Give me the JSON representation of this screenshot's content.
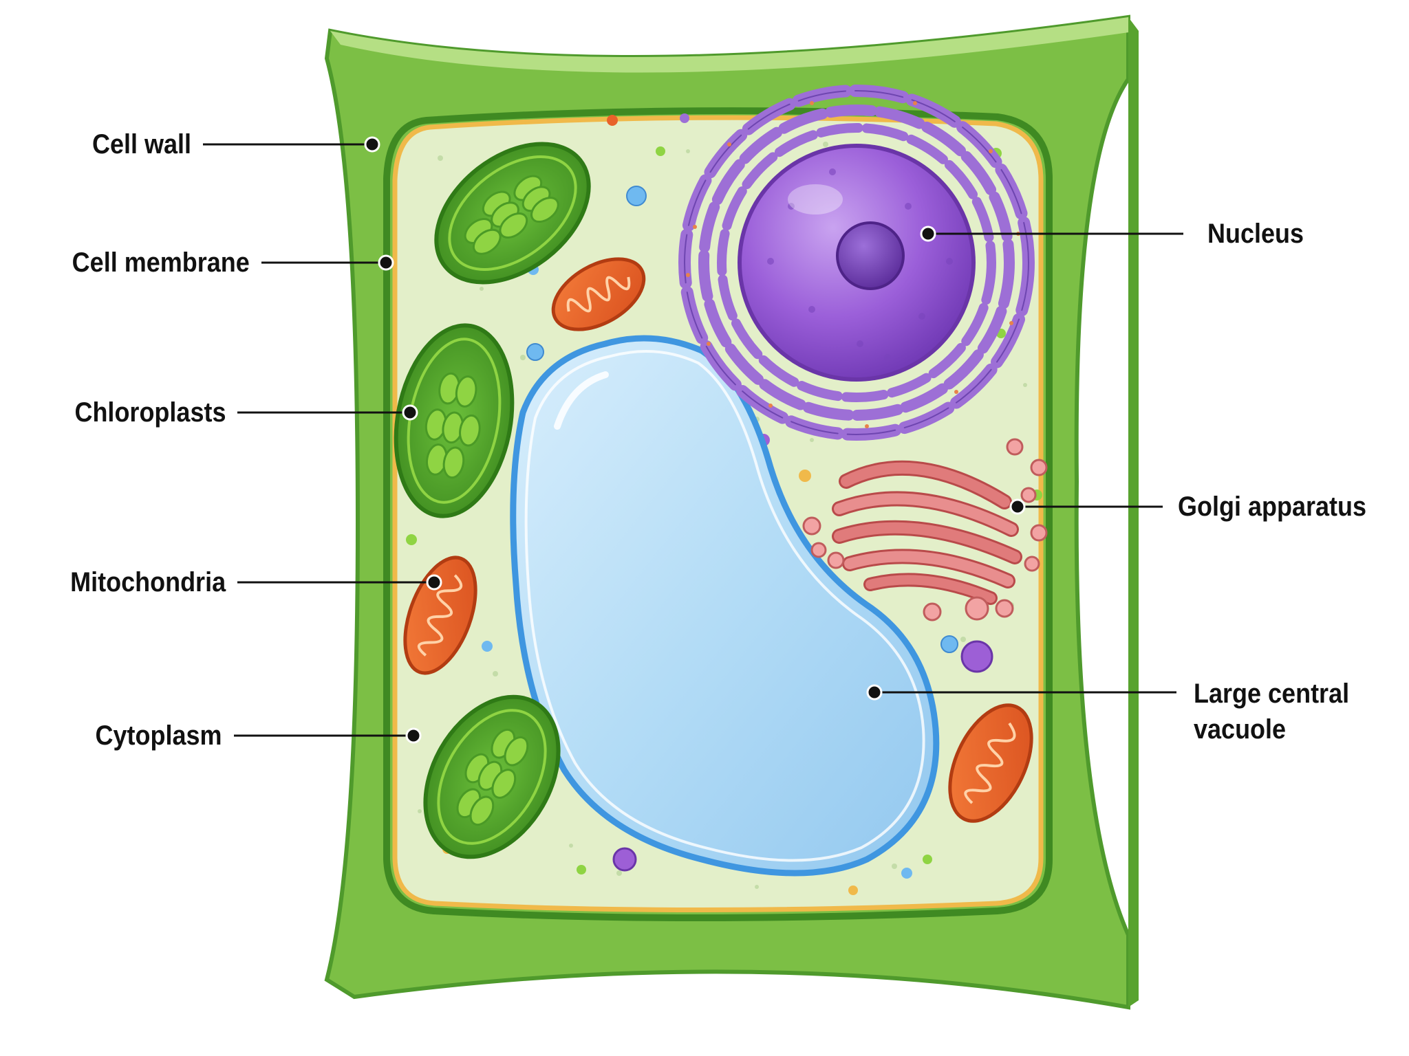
{
  "labels": {
    "cell_wall": "Cell wall",
    "cell_membrane": "Cell membrane",
    "chloroplasts": "Chloroplasts",
    "mitochondria": "Mitochondria",
    "cytoplasm": "Cytoplasm",
    "nucleus": "Nucleus",
    "golgi": "Golgi apparatus",
    "vacuole_line1": "Large central",
    "vacuole_line2": "vacuole"
  },
  "colors": {
    "cell_wall": "#7cbf45",
    "cell_wall_dark": "#4f9a2c",
    "membrane": "#f0b94a",
    "cytoplasm": "#e3efc9",
    "chloroplast": "#4a9a26",
    "granum": "#8fd443",
    "mitochondria": "#e8622a",
    "nucleus": "#8a4fc9",
    "nucleolus": "#6a35a8",
    "er": "#9d6fd6",
    "golgi": "#e07b7b",
    "vacuole": "#a9d6f5",
    "vacuole_edge": "#3f96e0",
    "leader_line": "#111111"
  }
}
